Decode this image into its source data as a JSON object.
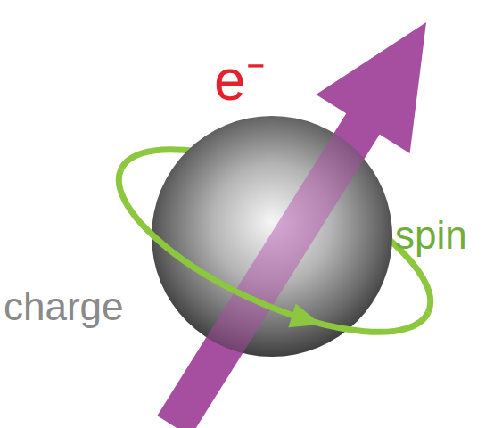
{
  "diagram": {
    "labels": [
      "e⁻",
      "spin",
      "charge"
    ]
  }
}
